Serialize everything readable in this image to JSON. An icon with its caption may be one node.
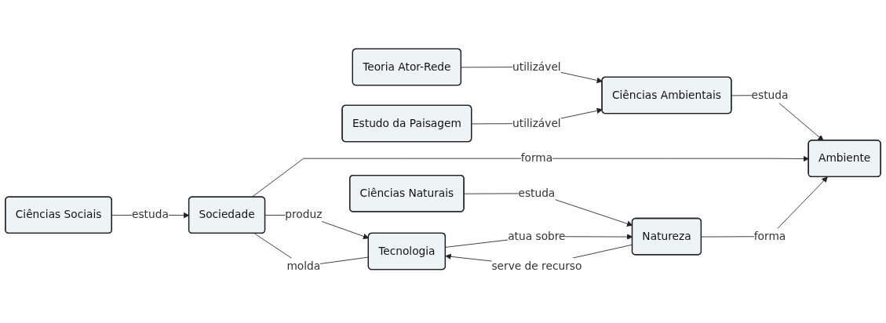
{
  "diagram": {
    "nodes": [
      {
        "text": [
          "Ciências Sociais"
        ]
      },
      {
        "text": [
          "Sociedade"
        ]
      },
      {
        "text": [
          "Tecnologia"
        ]
      },
      {
        "text": [
          "Natureza"
        ]
      },
      {
        "text": [
          "Ciências Naturais"
        ]
      },
      {
        "text": [
          "Teoria Ator-Rede"
        ]
      },
      {
        "text": [
          "Ambiente"
        ]
      },
      {
        "text": [
          "Ciências Ambientais"
        ]
      },
      {
        "text": [
          "Estudo da Paisagem"
        ]
      }
    ],
    "edges": [
      {
        "from": 0,
        "to": 1,
        "label": "estuda",
        "arrow": "to"
      },
      {
        "from": 1,
        "to": 6,
        "label": "forma",
        "arrow": "to"
      },
      {
        "from": 1,
        "to": 2,
        "label": "produz",
        "arrow": "to"
      },
      {
        "from": 2,
        "to": 1,
        "label": "molda",
        "arrow": "none"
      },
      {
        "from": 2,
        "to": 3,
        "label": "atua sobre",
        "arrow": "to"
      },
      {
        "from": 3,
        "to": 2,
        "label": "serve de recurso",
        "arrow": "to"
      },
      {
        "from": 3,
        "to": 6,
        "label": "forma",
        "arrow": "to"
      },
      {
        "from": 4,
        "to": 3,
        "label": "estuda",
        "arrow": "to"
      },
      {
        "from": 5,
        "to": 7,
        "label": "utilizável",
        "arrow": "to"
      },
      {
        "from": 7,
        "to": 6,
        "label": "estuda",
        "arrow": "to"
      },
      {
        "from": 8,
        "to": 7,
        "label": "utilizável",
        "arrow": "to"
      }
    ]
  }
}
